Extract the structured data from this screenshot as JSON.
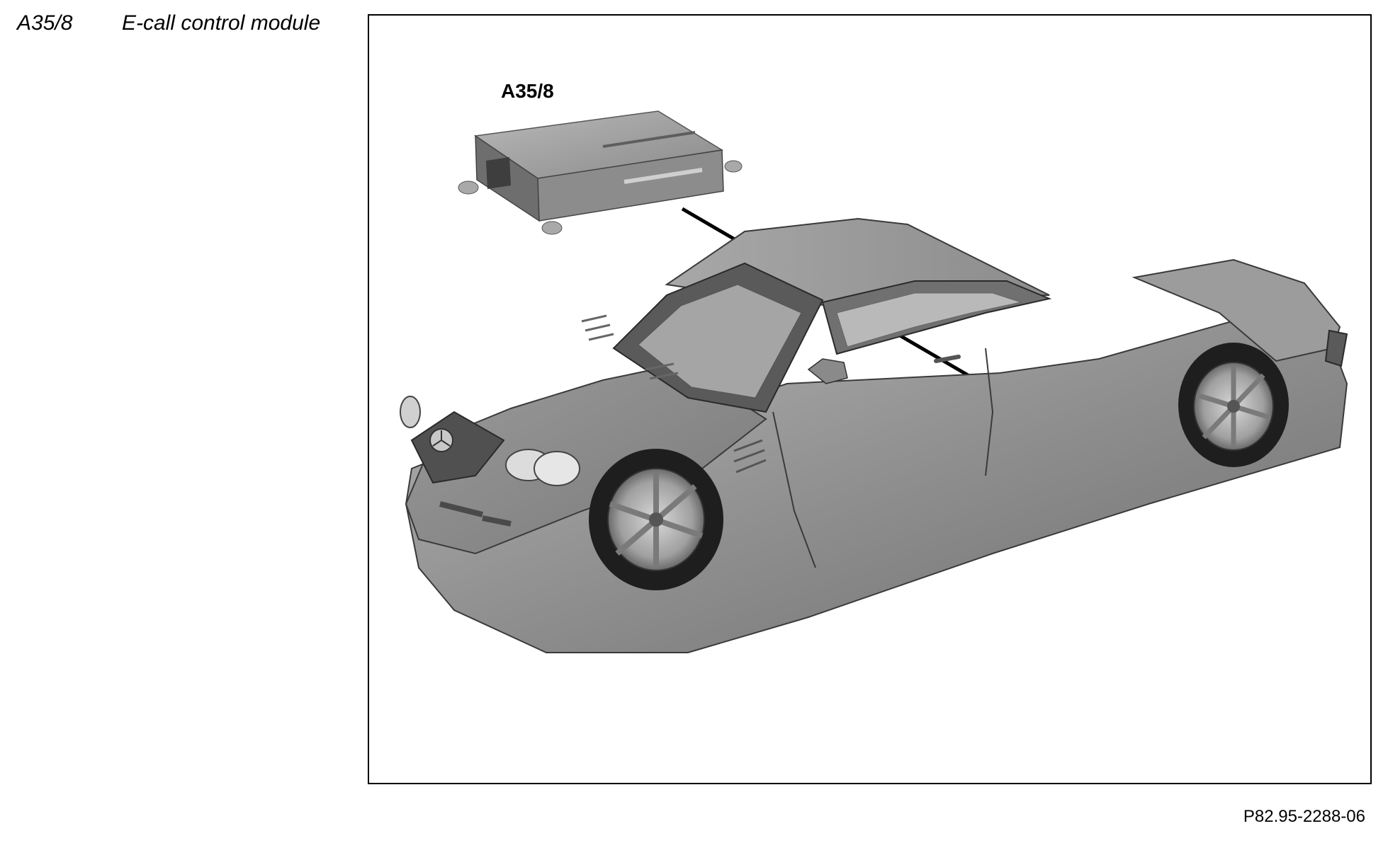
{
  "legend": {
    "code": "A35/8",
    "description": "E-call control module"
  },
  "figure": {
    "callout_label": "A35/8",
    "figure_id": "P82.95-2288-06"
  }
}
